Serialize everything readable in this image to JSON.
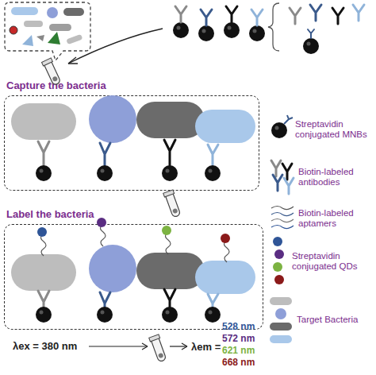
{
  "diagram": {
    "nodes": [
      {
        "text": [
          "Capture the bacteria"
        ]
      },
      {
        "text": [
          "Label the bacteria"
        ]
      }
    ],
    "labels": [
      "λex = 380 nm",
      "λem =",
      "528 nm",
      "572 nm",
      "621 nm",
      "668 nm"
    ],
    "legend": [
      {
        "text": "Streptavidin conjugated MNBs"
      },
      {
        "text": "Biotin-labeled antibodies"
      },
      {
        "text": "Biotin-labeled aptamers"
      },
      {
        "text": "Streptavidin conjugated QDs"
      },
      {
        "text": "Target Bacteria"
      }
    ]
  }
}
